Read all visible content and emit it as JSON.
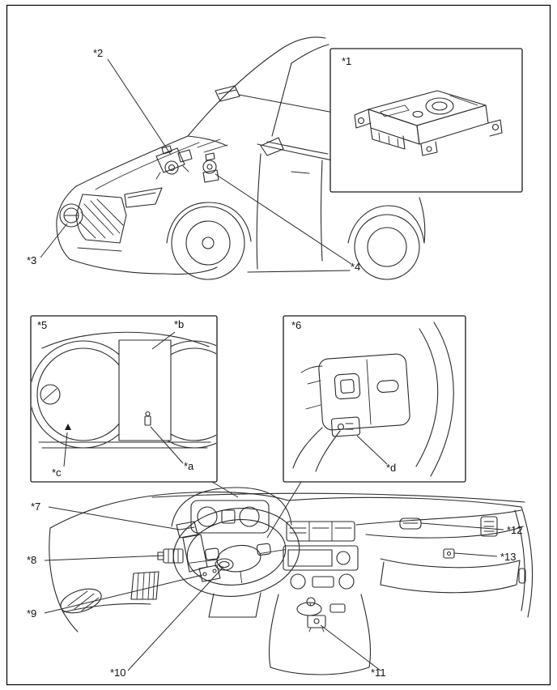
{
  "colors": {
    "background": "#ffffff",
    "line": "#2a2a2a",
    "border": "#000000"
  },
  "callouts": {
    "c1": "*1",
    "c2": "*2",
    "c3": "*3",
    "c4": "*4",
    "c5": "*5",
    "c6": "*6",
    "c7": "*7",
    "c8": "*8",
    "c9": "*9",
    "c10": "*10",
    "c11": "*11",
    "c12": "*12",
    "c13": "*13",
    "ca": "*a",
    "cb": "*b",
    "cc": "*c",
    "cd": "*d"
  }
}
